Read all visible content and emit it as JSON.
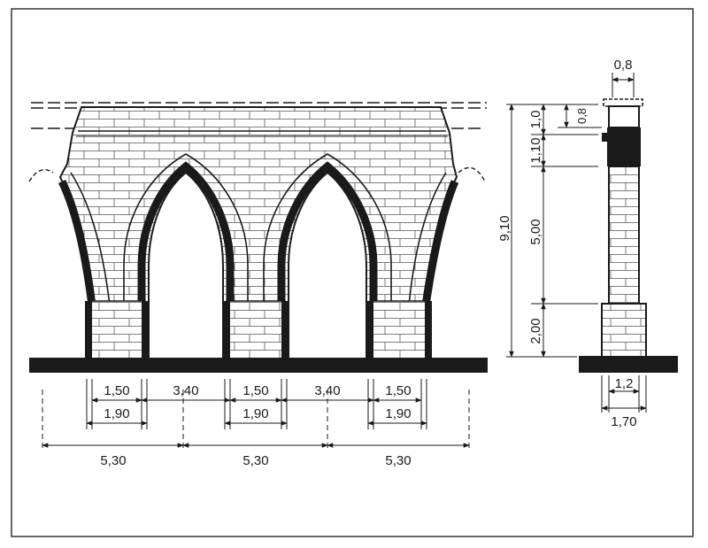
{
  "elevation": {
    "pier_widths": [
      "1,50",
      "1,50",
      "1,50"
    ],
    "span_widths": [
      "3,40",
      "3,40"
    ],
    "base_widths": [
      "1,90",
      "1,90",
      "1,90"
    ],
    "bay_widths": [
      "5,30",
      "5,30",
      "5,30"
    ]
  },
  "section": {
    "top_width": "0,8",
    "top_height": "0,8",
    "total_height": "9,10",
    "heights": [
      "1,0",
      "1,10",
      "5,00",
      "2,00"
    ],
    "pier_width": "1,2",
    "base_width": "1,70"
  },
  "colors": {
    "ink": "#1a1a1a",
    "paper": "#ffffff"
  }
}
